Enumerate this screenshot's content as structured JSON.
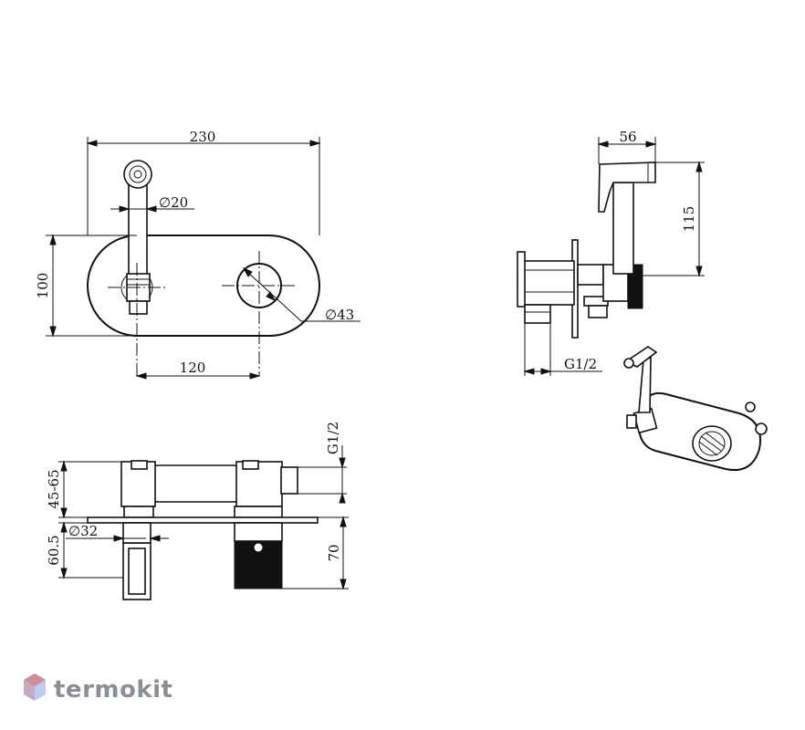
{
  "dimensions": {
    "front_width": "230",
    "spout_diameter": "∅20",
    "front_height": "100",
    "knob_diameter": "∅43",
    "axis_spacing": "120",
    "side_width": "56",
    "side_height": "115",
    "side_thread": "G1/2",
    "top_thread": "G1/2",
    "top_depth_range": "45-65",
    "top_outlet_diameter": "∅32",
    "top_body_depth": "60.5",
    "top_box_depth": "70"
  },
  "watermark": {
    "text": "termokit"
  },
  "colors": {
    "line": "#111111",
    "watermark_text": "#8a8f95",
    "logo_red": "#e05a5a",
    "logo_blue": "#6a8fd8"
  }
}
